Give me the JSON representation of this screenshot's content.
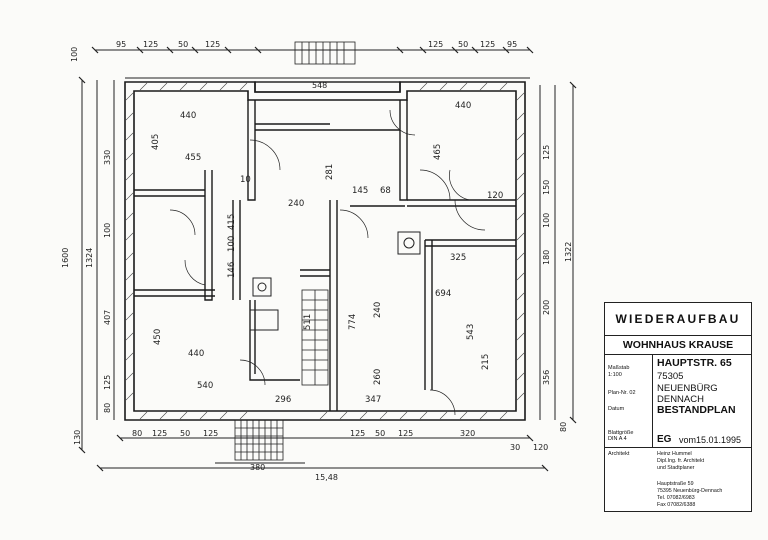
{
  "title_block": {
    "header": "WIEDERAUFBAU",
    "project": "WOHNHAUS KRAUSE",
    "label_massstab": "Maßstab",
    "scale": "1:100",
    "label_plan_nr": "Plan-Nr. 02",
    "label_datum": "Datum",
    "label_blattgroesse": "Blattgröße",
    "blattgroesse": "DIN A 4",
    "label_architekt": "Architekt",
    "street": "HAUPTSTR. 65",
    "zip": "75305",
    "town": "NEUENBÜRG",
    "district": "DENNACH",
    "plan_type": "BESTANDPLAN",
    "floor": "EG",
    "date": "vom15.01.1995",
    "architect_name": "Heinz Hummel",
    "architect_title1": "Dipl.Ing. fr. Architekt",
    "architect_title2": "und Stadtplaner",
    "addr1": "Hauptstraße 59",
    "addr2": "75395 Neuenbürg-Dennach",
    "tel": "Tel. 07082/6983",
    "fax": "Fax 07082/6388"
  },
  "dimensions": {
    "top": [
      "95",
      "125",
      "50",
      "125",
      "125",
      "50",
      "125",
      "95"
    ],
    "top_overall": "548",
    "top_left_vertical": "100",
    "left_overall": "1600",
    "left_overall2": "1324",
    "left_parts": [
      "330",
      "100",
      "407",
      "125",
      "80"
    ],
    "left_bottom": "130",
    "right_overall": "1322",
    "right_parts": [
      "125",
      "150",
      "100",
      "180",
      "200",
      "356"
    ],
    "right_bottom": [
      "30",
      "120",
      "80"
    ],
    "bottom": [
      "80",
      "125",
      "50",
      "125",
      "125",
      "50",
      "125"
    ],
    "bottom_320": "320",
    "bottom_380": "380",
    "bottom_overall": "15,48",
    "rooms": {
      "r440_top": "440",
      "r455": "455",
      "r405": "405",
      "r440_right": "440",
      "r465": "465",
      "r281": "281",
      "r240_hall": "240",
      "r145": "145",
      "r68": "68",
      "r325": "325",
      "r694": "694",
      "r543": "543",
      "r774": "774",
      "r240_mid": "240",
      "r260": "260",
      "r347": "347",
      "r440_bottom": "440",
      "r450": "450",
      "r540": "540",
      "r296": "296",
      "r415": "415",
      "r100": "100",
      "r146": "146",
      "r120": "120",
      "r10": "10",
      "r511": "511",
      "r215": "215"
    }
  }
}
